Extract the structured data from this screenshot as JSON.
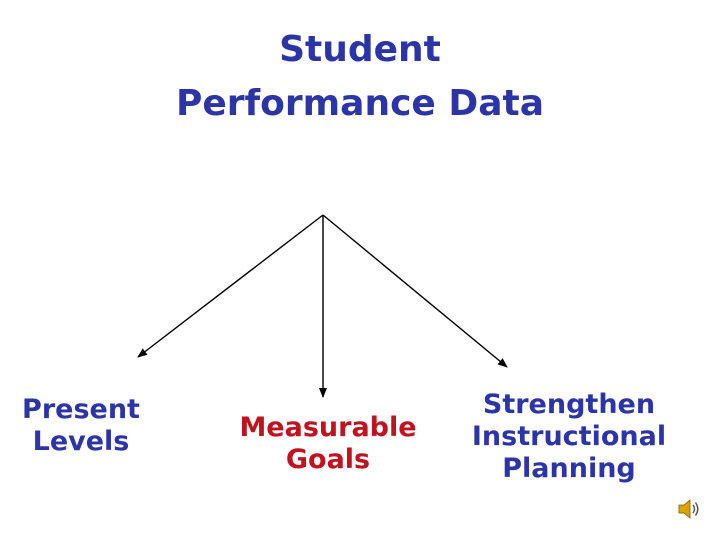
{
  "title": {
    "line1": "Student",
    "line2": "Performance Data"
  },
  "nodes": {
    "present_levels": {
      "line1": "Present",
      "line2": "Levels"
    },
    "measurable_goals": {
      "line1": "Measurable",
      "line2": "Goals"
    },
    "strengthen_planning": {
      "line1": "Strengthen",
      "line2": "Instructional",
      "line3": "Planning"
    }
  },
  "colors": {
    "title": "#2b35a8",
    "present_levels": "#2b35a8",
    "measurable_goals": "#c1121f",
    "strengthen_planning": "#2b35a8",
    "arrow": "#000000"
  },
  "icons": {
    "speaker": "speaker-icon"
  }
}
